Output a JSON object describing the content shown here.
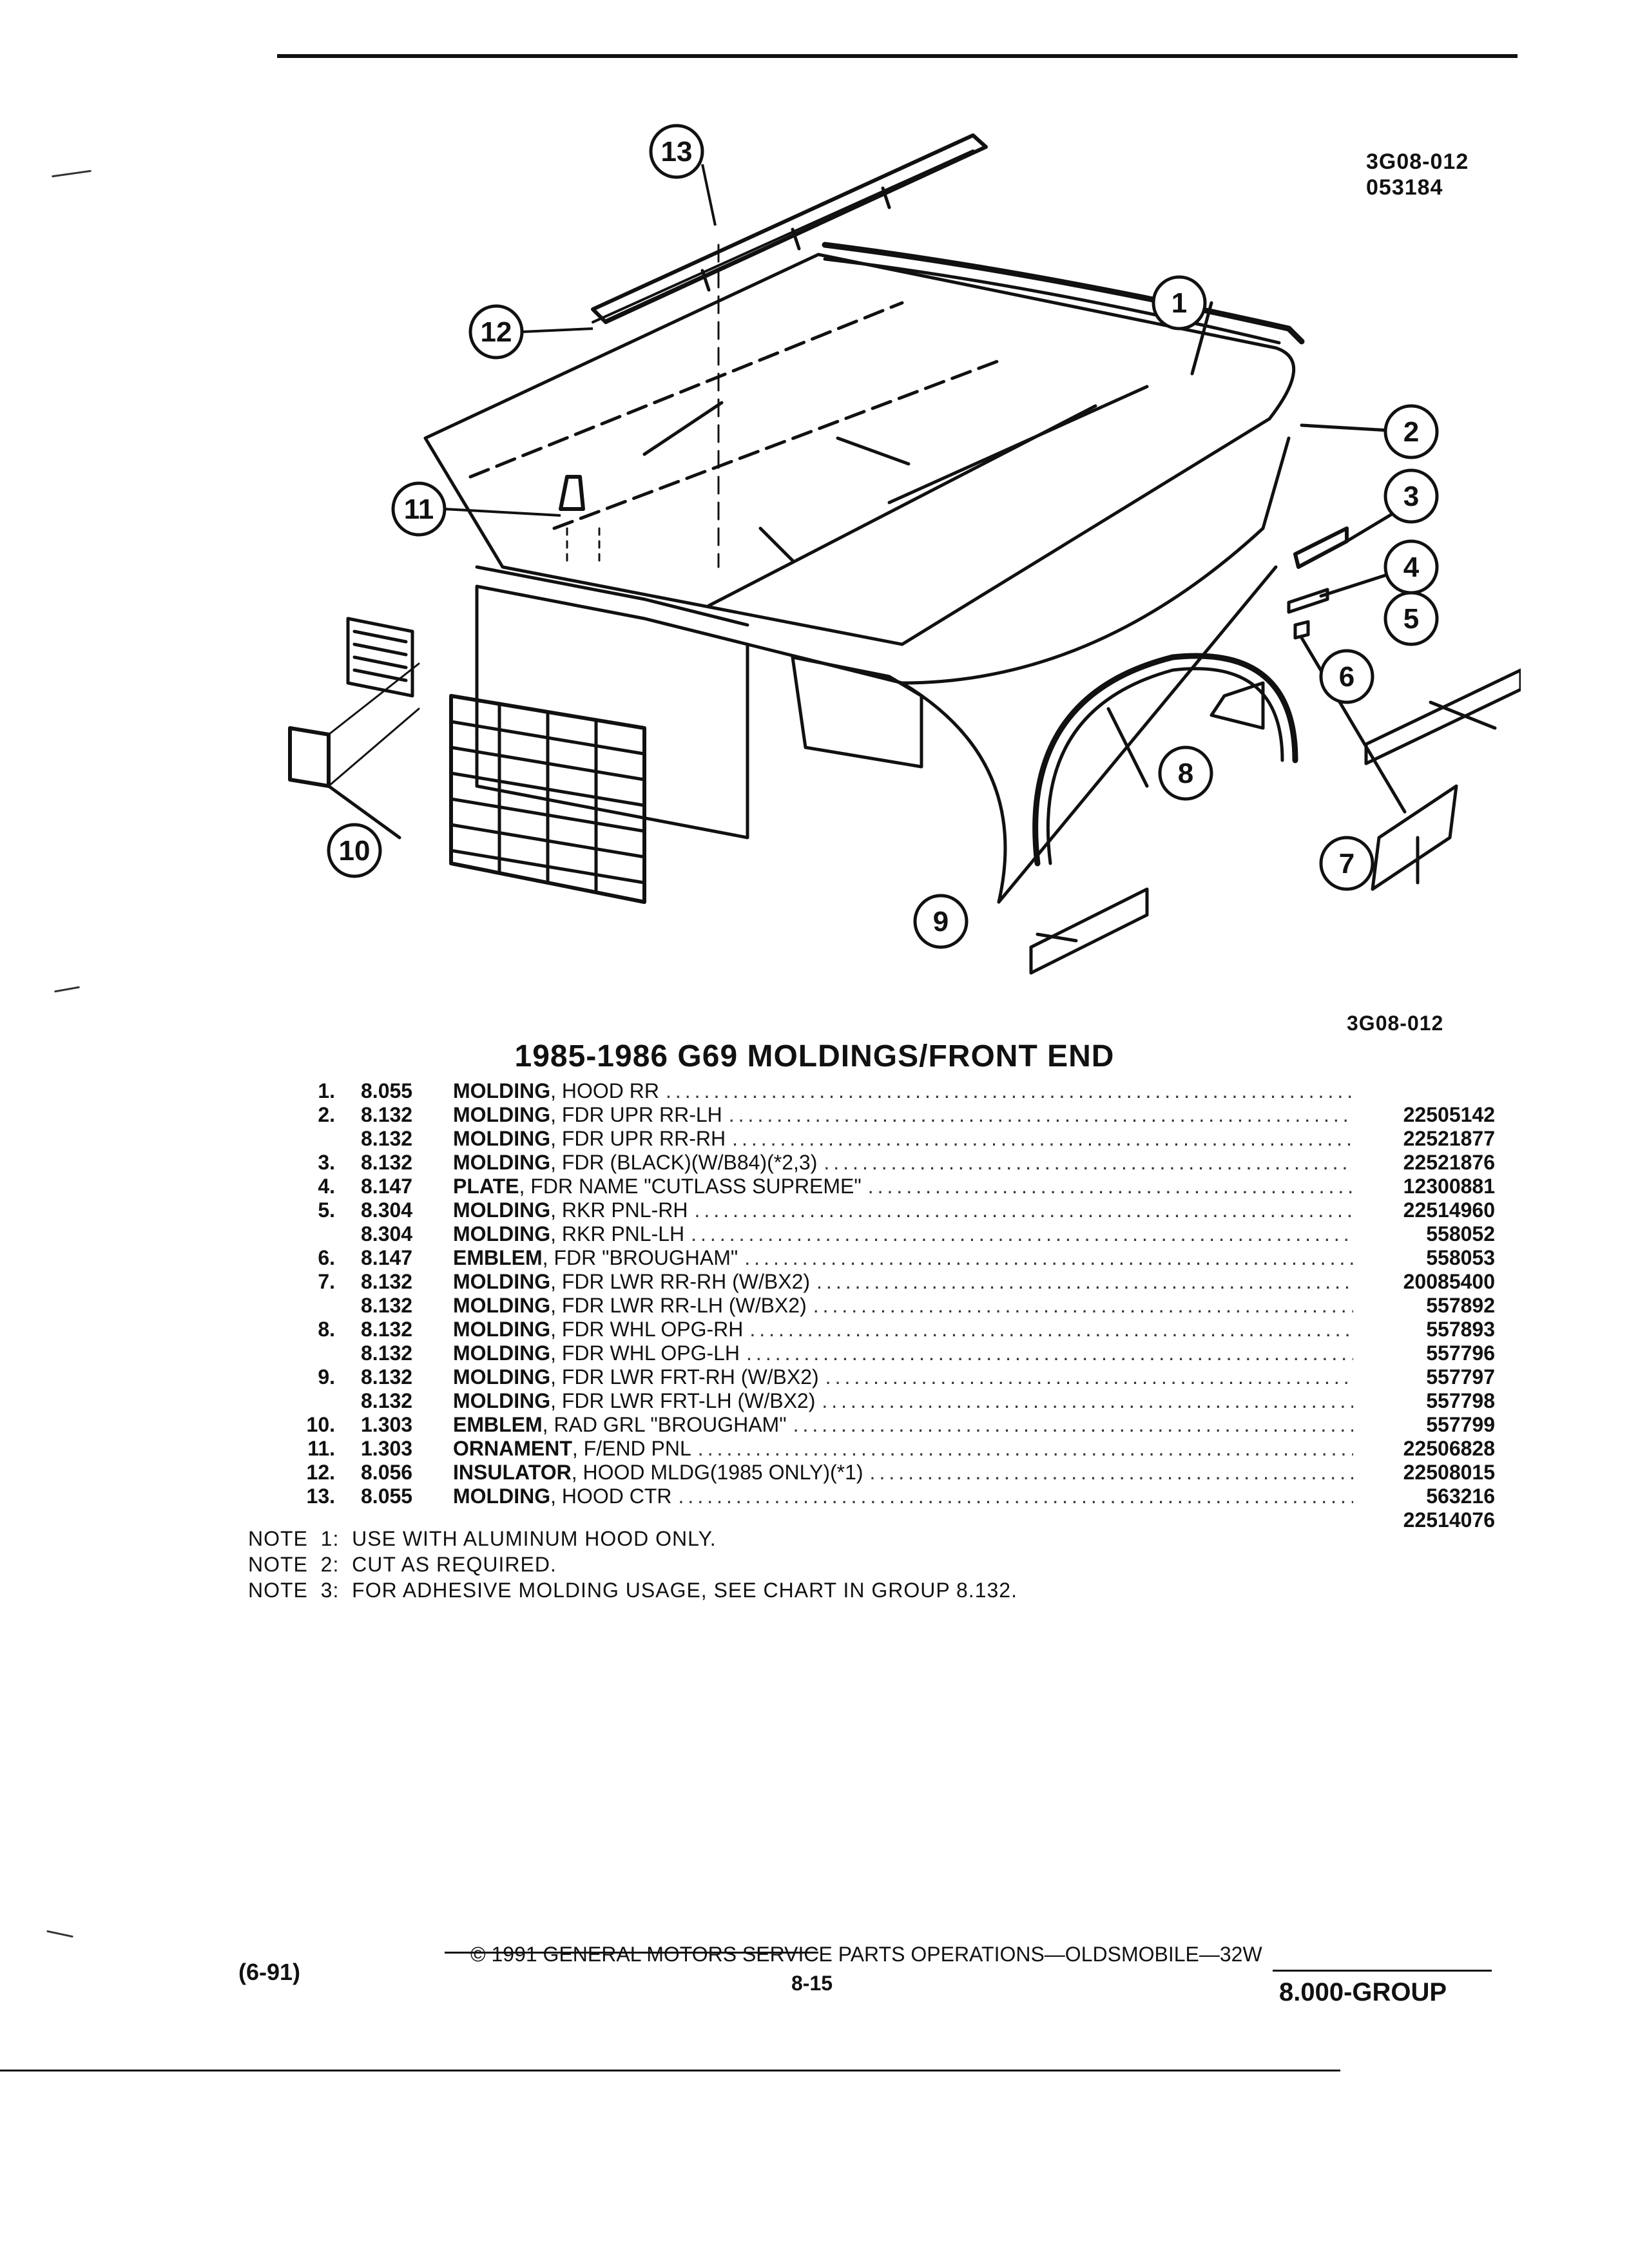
{
  "header": {
    "code": "3G08-012",
    "date_code": "053184"
  },
  "illustration": {
    "code": "3G08-012",
    "callouts": [
      "1",
      "2",
      "3",
      "4",
      "5",
      "6",
      "7",
      "8",
      "9",
      "10",
      "11",
      "12",
      "13"
    ]
  },
  "title": "1985-1986 G69 MOLDINGS/FRONT END",
  "parts": [
    {
      "num": "1.",
      "group": "8.055",
      "name": "MOLDING",
      "desc": ", HOOD RR",
      "part": ""
    },
    {
      "num": "2.",
      "group": "8.132",
      "name": "MOLDING",
      "desc": ", FDR UPR RR-LH",
      "part": "22505142"
    },
    {
      "num": "",
      "group": "8.132",
      "name": "MOLDING",
      "desc": ", FDR UPR RR-RH",
      "part": "22521877"
    },
    {
      "num": "3.",
      "group": "8.132",
      "name": "MOLDING",
      "desc": ", FDR (BLACK)(W/B84)(*2,3)",
      "part": "22521876"
    },
    {
      "num": "4.",
      "group": "8.147",
      "name": "PLATE",
      "desc": ", FDR NAME \"CUTLASS SUPREME\"",
      "part": "12300881"
    },
    {
      "num": "5.",
      "group": "8.304",
      "name": "MOLDING",
      "desc": ", RKR PNL-RH",
      "part": "22514960"
    },
    {
      "num": "",
      "group": "8.304",
      "name": "MOLDING",
      "desc": ", RKR PNL-LH",
      "part": "558052"
    },
    {
      "num": "6.",
      "group": "8.147",
      "name": "EMBLEM",
      "desc": ", FDR \"BROUGHAM\"",
      "part": "558053"
    },
    {
      "num": "7.",
      "group": "8.132",
      "name": "MOLDING",
      "desc": ", FDR LWR RR-RH (W/BX2)",
      "part": "20085400"
    },
    {
      "num": "",
      "group": "8.132",
      "name": "MOLDING",
      "desc": ", FDR LWR RR-LH (W/BX2)",
      "part": "557892"
    },
    {
      "num": "8.",
      "group": "8.132",
      "name": "MOLDING",
      "desc": ", FDR WHL OPG-RH",
      "part": "557893"
    },
    {
      "num": "",
      "group": "8.132",
      "name": "MOLDING",
      "desc": ", FDR WHL OPG-LH",
      "part": "557796"
    },
    {
      "num": "9.",
      "group": "8.132",
      "name": "MOLDING",
      "desc": ", FDR LWR FRT-RH (W/BX2)",
      "part": "557797"
    },
    {
      "num": "",
      "group": "8.132",
      "name": "MOLDING",
      "desc": ", FDR LWR FRT-LH (W/BX2)",
      "part": "557798"
    },
    {
      "num": "10.",
      "group": "1.303",
      "name": "EMBLEM",
      "desc": ", RAD GRL \"BROUGHAM\"",
      "part": "557799"
    },
    {
      "num": "11.",
      "group": "1.303",
      "name": "ORNAMENT",
      "desc": ", F/END PNL",
      "part": "22506828"
    },
    {
      "num": "12.",
      "group": "8.056",
      "name": "INSULATOR",
      "desc": ", HOOD MLDG(1985 ONLY)(*1)",
      "part": "22508015"
    },
    {
      "num": "13.",
      "group": "8.055",
      "name": "MOLDING",
      "desc": ", HOOD CTR",
      "part": "563216"
    },
    {
      "num": "",
      "group": "",
      "name": "",
      "desc": "",
      "part": "22514076"
    }
  ],
  "notes": [
    "NOTE  1:  USE WITH ALUMINUM HOOD ONLY.",
    "NOTE  2:  CUT AS REQUIRED.",
    "NOTE  3:  FOR ADHESIVE MOLDING USAGE, SEE CHART IN GROUP 8.132."
  ],
  "footer": {
    "date": "(6-91)",
    "copyright": "©  1991  GENERAL MOTORS SERVICE PARTS OPERATIONS—OLDSMOBILE—32W",
    "page": "8-15",
    "group": "8.000-GROUP"
  }
}
